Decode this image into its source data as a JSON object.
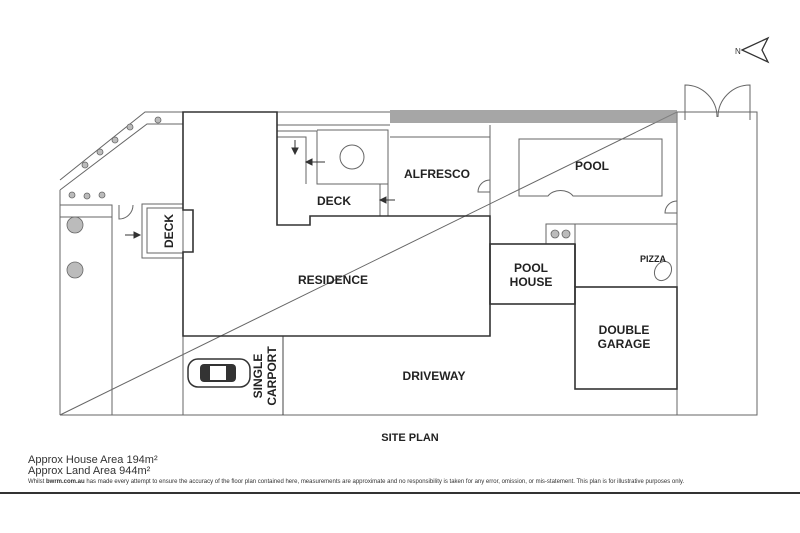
{
  "plan": {
    "rooms": {
      "residence": "RESIDENCE",
      "deck_left": "DECK",
      "deck_upper": "DECK",
      "alfresco": "ALFRESCO",
      "pool": "POOL",
      "pool_house_1": "POOL",
      "pool_house_2": "HOUSE",
      "pizza": "PIZZA",
      "garage_1": "DOUBLE",
      "garage_2": "GARAGE",
      "driveway": "DRIVEWAY",
      "carport_1": "SINGLE",
      "carport_2": "CARPORT"
    },
    "north_label": "N"
  },
  "footer": {
    "title": "SITE PLAN",
    "house_area": "Approx House Area 194m²",
    "land_area": "Approx Land Area 944m²",
    "disclaimer_pre": "Whilst ",
    "disclaimer_brand": "bwrm.com.au",
    "disclaimer_post": " has made every attempt to ensure the accuracy of the floor plan contained here, measurements are approximate and no responsibility is taken for any error, omission, or mis-statement. This plan is for illustrative purposes only."
  }
}
